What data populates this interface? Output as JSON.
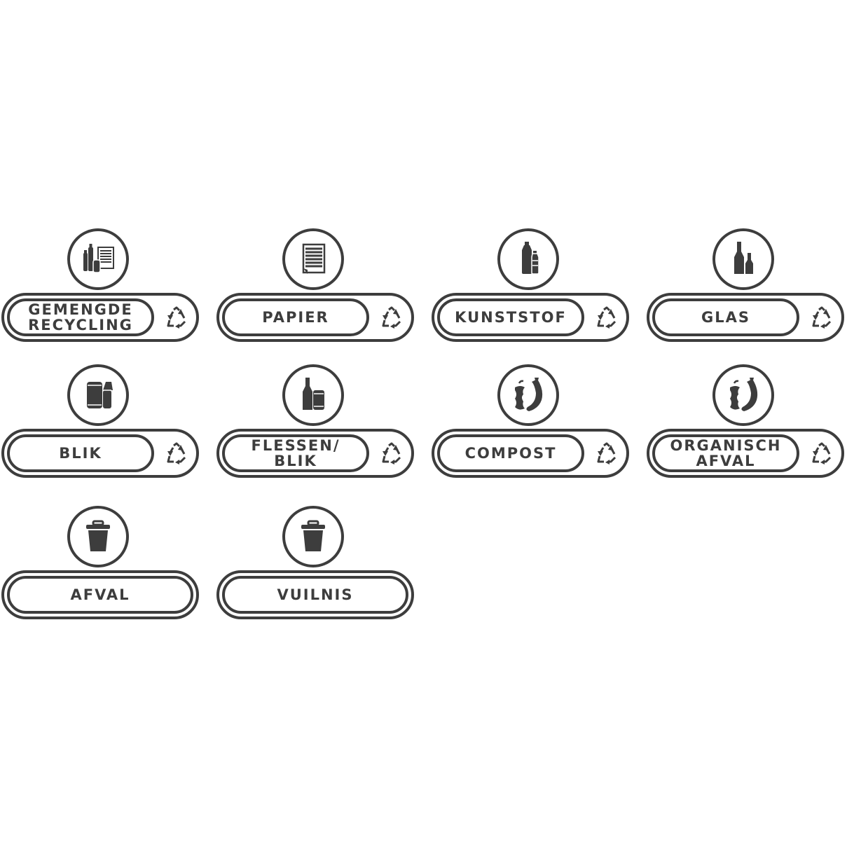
{
  "labels": [
    {
      "text": "GEMENGDE\nRECYCLING",
      "icon": "mixed-recycling-icon",
      "recycle": true
    },
    {
      "text": "PAPIER",
      "icon": "paper-icon",
      "recycle": true
    },
    {
      "text": "KUNSTSTOF",
      "icon": "plastic-bottles-icon",
      "recycle": true
    },
    {
      "text": "GLAS",
      "icon": "glass-bottles-icon",
      "recycle": true
    },
    {
      "text": "BLIK",
      "icon": "cans-icon",
      "recycle": true
    },
    {
      "text": "FLESSEN/\nBLIK",
      "icon": "bottle-can-icon",
      "recycle": true
    },
    {
      "text": "COMPOST",
      "icon": "apple-banana-icon",
      "recycle": true
    },
    {
      "text": "ORGANISCH\nAFVAL",
      "icon": "apple-banana-icon",
      "recycle": true
    },
    {
      "text": "AFVAL",
      "icon": "trash-can-icon",
      "recycle": false
    },
    {
      "text": "VUILNIS",
      "icon": "trash-can-icon",
      "recycle": false
    }
  ],
  "colors": {
    "stroke": "#3d3d3d",
    "background": "#ffffff"
  }
}
